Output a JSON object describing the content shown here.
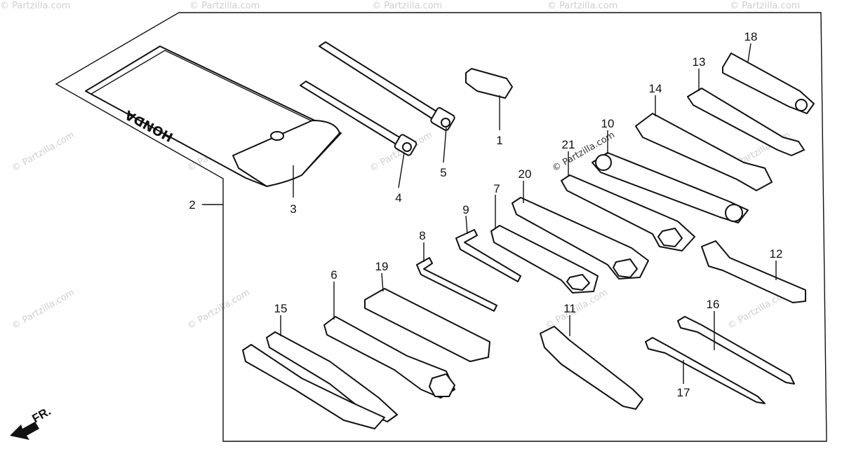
{
  "watermark_text": "© Partzilla.com",
  "watermark_stamp": "© Partzilla.com",
  "brand_logo": "HONDA",
  "direction_label": "FR.",
  "callouts": {
    "c1": "1",
    "c2": "2",
    "c3": "3",
    "c4": "4",
    "c5": "5",
    "c6": "6",
    "c7": "7",
    "c8": "8",
    "c9": "9",
    "c10": "10",
    "c11": "11",
    "c12": "12",
    "c13": "13",
    "c14": "14",
    "c15": "15",
    "c16": "16",
    "c17": "17",
    "c18": "18",
    "c19": "19",
    "c20": "20",
    "c21": "21"
  },
  "colors": {
    "ink": "#111111",
    "watermark": "#cfcfcf",
    "background": "#ffffff"
  }
}
